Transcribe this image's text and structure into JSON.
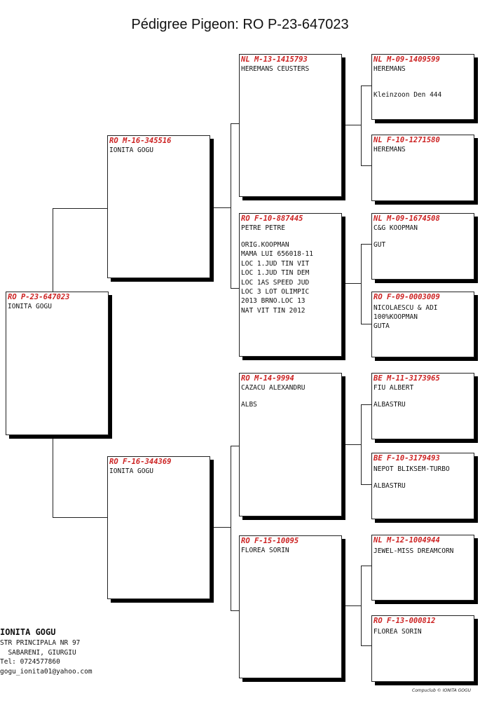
{
  "title": "Pédigree Pigeon: RO  P-23-647023",
  "subject": {
    "ring": "RO  P-23-647023",
    "name": "IONITA GOGU"
  },
  "sire": {
    "ring": "RO  M-16-345516",
    "name": "IONITA GOGU"
  },
  "dam": {
    "ring": "RO  F-16-344369",
    "name": "IONITA GOGU"
  },
  "sire_sire": {
    "ring": "NL  M-13-1415793",
    "name": "HEREMANS CEUSTERS"
  },
  "sire_dam": {
    "ring": "RO  F-10-887445",
    "name": "PETRE PETRE",
    "notes": "ORIG.KOOPMAN\nMAMA LUI 656018-11\nLOC 1.JUD TIN VIT\nLOC 1.JUD TIN DEM\nLOC 1AS SPEED JUD\nLOC 3 LOT OLIMPIC\n2013 BRNO.LOC 13\nNAT VIT TIN 2012"
  },
  "dam_sire": {
    "ring": "RO  M-14-9994",
    "name": "CAZACU ALEXANDRU",
    "notes": "ALBS"
  },
  "dam_dam": {
    "ring": "RO  F-15-10095",
    "name": "FLOREA SORIN"
  },
  "gg": [
    {
      "ring": "NL  M-09-1409599",
      "name": "HEREMANS",
      "notes": "Kleinzoon Den 444"
    },
    {
      "ring": "NL  F-10-1271580",
      "name": "HEREMANS"
    },
    {
      "ring": "NL  M-09-1674508",
      "name": "C&G KOOPMAN",
      "notes": "GUT"
    },
    {
      "ring": "RO  F-09-0003009",
      "name": "NICOLAESCU & ADI",
      "notes": "100%KOOPMAN\nGUTA"
    },
    {
      "ring": "BE  M-11-3173965",
      "name": "FIU ALBERT",
      "notes": "ALBASTRU"
    },
    {
      "ring": "BE  F-10-3179493",
      "name": "NEPOT BLIKSEM-TURBO",
      "notes": "ALBASTRU"
    },
    {
      "ring": "NL  M-12-1004944",
      "name": "JEWEL-MISS DREAMCORN"
    },
    {
      "ring": "RO  F-13-000812",
      "name": "FLOREA SORIN"
    }
  ],
  "owner": {
    "name": "IONITA GOGU",
    "address1": "STR PRINCIPALA NR 97",
    "address2": "  SABARENI, GIURGIU",
    "tel": "Tel: 0724577860",
    "email": "gogu_ionita01@yahoo.com"
  },
  "credit": "Compuclub © IONITA GOGU"
}
